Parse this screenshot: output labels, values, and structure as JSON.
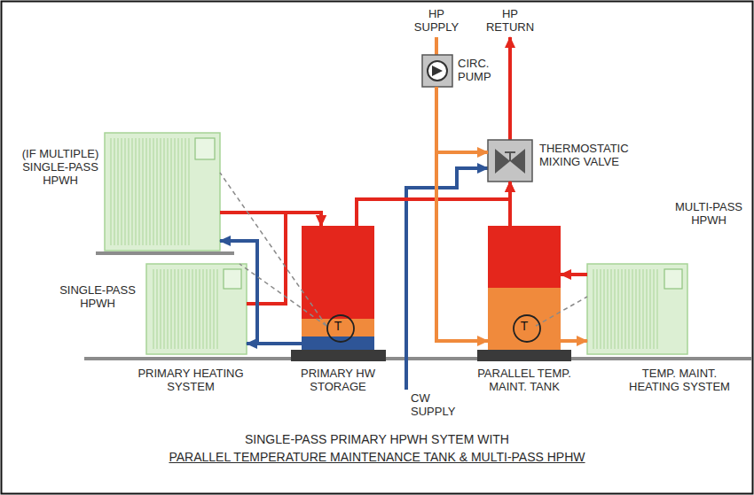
{
  "diagram": {
    "title": "SINGLE-PASS PRIMARY HPWH SYTEM WITH",
    "caption": "PARALLEL TEMPERATURE MAINTENANCE TANK & MULTI-PASS HPHW",
    "nodes": [
      {
        "text": [
          "(IF MULTIPLE) SINGLE-PASS HPWH"
        ]
      },
      {
        "text": [
          "SINGLE-PASS HPWH"
        ]
      },
      {
        "text": [
          "PRIMARY HW STORAGE"
        ]
      },
      {
        "text": [
          "T"
        ],
        "in": 2
      },
      {
        "text": [
          "PARALLEL TEMP. MAINT. TANK"
        ]
      },
      {
        "text": [
          "T"
        ],
        "in": 4
      },
      {
        "text": [
          "MULTI-PASS HPWH"
        ]
      },
      {
        "text": [
          "CIRC. PUMP"
        ]
      },
      {
        "text": [
          "THERMOSTATIC MIXING VALVE"
        ]
      }
    ],
    "edges": [
      {
        "from": 1,
        "to": 2,
        "arrow": "to"
      },
      {
        "from": 0,
        "to": 2,
        "arrow": "to"
      },
      {
        "from": 2,
        "to": 1,
        "arrow": "to"
      },
      {
        "from": 2,
        "to": 0,
        "arrow": "to"
      },
      {
        "from": 3,
        "to": 0,
        "arrow": "none"
      },
      {
        "from": 3,
        "to": 1,
        "arrow": "none"
      },
      {
        "from": 2,
        "to": 8,
        "arrow": "to"
      },
      {
        "from": 4,
        "to": 8,
        "arrow": "to"
      },
      {
        "from": 7,
        "to": 8,
        "arrow": "to"
      },
      {
        "from": 7,
        "to": 4,
        "arrow": "to"
      },
      {
        "from": 4,
        "to": 6,
        "arrow": "to"
      },
      {
        "from": 6,
        "to": 4,
        "arrow": "to"
      },
      {
        "from": 5,
        "to": 6,
        "arrow": "none"
      }
    ],
    "labels": [
      "HP SUPPLY",
      "HP RETURN",
      "CW SUPPLY",
      "PRIMARY HEATING SYSTEM",
      "TEMP. MAINT. HEATING SYSTEM"
    ]
  }
}
